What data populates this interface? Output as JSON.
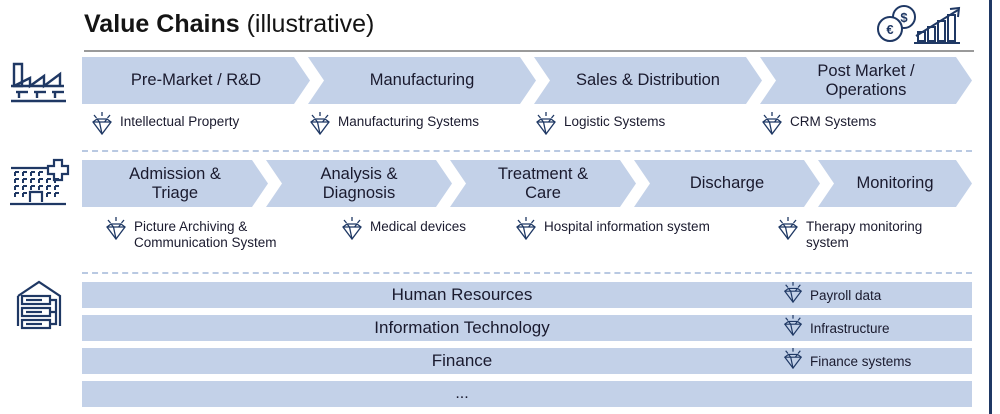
{
  "header": {
    "title_strong": "Value Chains",
    "title_light": " (illustrative)",
    "icons": [
      {
        "name": "euro-dollar-coins-icon",
        "label": "euro-dollar-coins"
      },
      {
        "name": "growth-bar-chart-icon",
        "label": "growth-bar-chart"
      }
    ]
  },
  "colors": {
    "chevron_fill": "#c3d1e8",
    "icon_navy": "#1f3864",
    "text_dark": "#1a1a2e",
    "rule_gray": "#9a9a9a",
    "dashed_blue": "#b9c9e2",
    "frame_navy": "#1f3864"
  },
  "rows": [
    {
      "rail_icon": "factory-icon",
      "rail_icon_label": "factory",
      "stages": [
        {
          "label": "Pre-Market / R&D"
        },
        {
          "label": "Manufacturing"
        },
        {
          "label": "Sales & Distribution"
        },
        {
          "label": "Post Market /\nOperations"
        }
      ],
      "subitems": [
        {
          "icon": "diamond-icon",
          "label": "Intellectual Property"
        },
        {
          "icon": "diamond-icon",
          "label": "Manufacturing Systems"
        },
        {
          "icon": "diamond-icon",
          "label": "Logistic Systems"
        },
        {
          "icon": "diamond-icon",
          "label": "CRM Systems"
        }
      ]
    },
    {
      "rail_icon": "hospital-icon",
      "rail_icon_label": "hospital",
      "stages": [
        {
          "label": "Admission &\nTriage"
        },
        {
          "label": "Analysis &\nDiagnosis"
        },
        {
          "label": "Treatment &\nCare"
        },
        {
          "label": "Discharge"
        },
        {
          "label": "Monitoring"
        }
      ],
      "subitems": [
        {
          "icon": "diamond-icon",
          "label": "Picture Archiving &\nCommunication System"
        },
        {
          "icon": "diamond-icon",
          "label": "Medical devices"
        },
        {
          "icon": "diamond-icon",
          "label": "Hospital information system"
        },
        {
          "icon": "diamond-icon",
          "label": "Therapy monitoring\nsystem"
        }
      ]
    }
  ],
  "support": {
    "rail_icon": "datacenter-warehouse-icon",
    "rail_icon_label": "datacenter-warehouse",
    "bars": [
      {
        "label": "Human Resources",
        "sub_icon": "diamond-icon",
        "sub_label": "Payroll data"
      },
      {
        "label": "Information Technology",
        "sub_icon": "diamond-icon",
        "sub_label": "Infrastructure"
      },
      {
        "label": "Finance",
        "sub_icon": "diamond-icon",
        "sub_label": "Finance systems"
      },
      {
        "label": "...",
        "sub_icon": null,
        "sub_label": null
      }
    ]
  }
}
